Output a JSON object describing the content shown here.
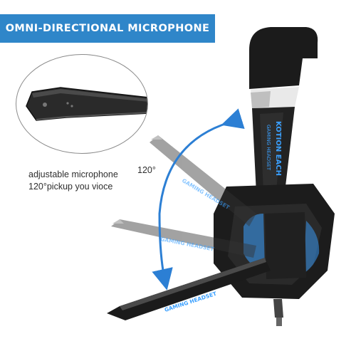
{
  "banner": {
    "title": "OMNI-DIRECTIONAL MICROPHONE"
  },
  "caption": {
    "line1": "adjustable microphone",
    "line2": "120°pickup you vioce"
  },
  "angle": {
    "label": "120°"
  },
  "headset": {
    "brand_text": "KOTION EACH",
    "model_text": "GAMING HEADSET"
  },
  "colors": {
    "accent_blue": "#2f86c9",
    "arrow_blue": "#2c7fd4",
    "headset_black": "#1c1c1c",
    "led_blue": "#3aa0ff"
  },
  "icons": {
    "arrow": "curved-arrow-icon",
    "mic": "microphone-tip-icon"
  }
}
